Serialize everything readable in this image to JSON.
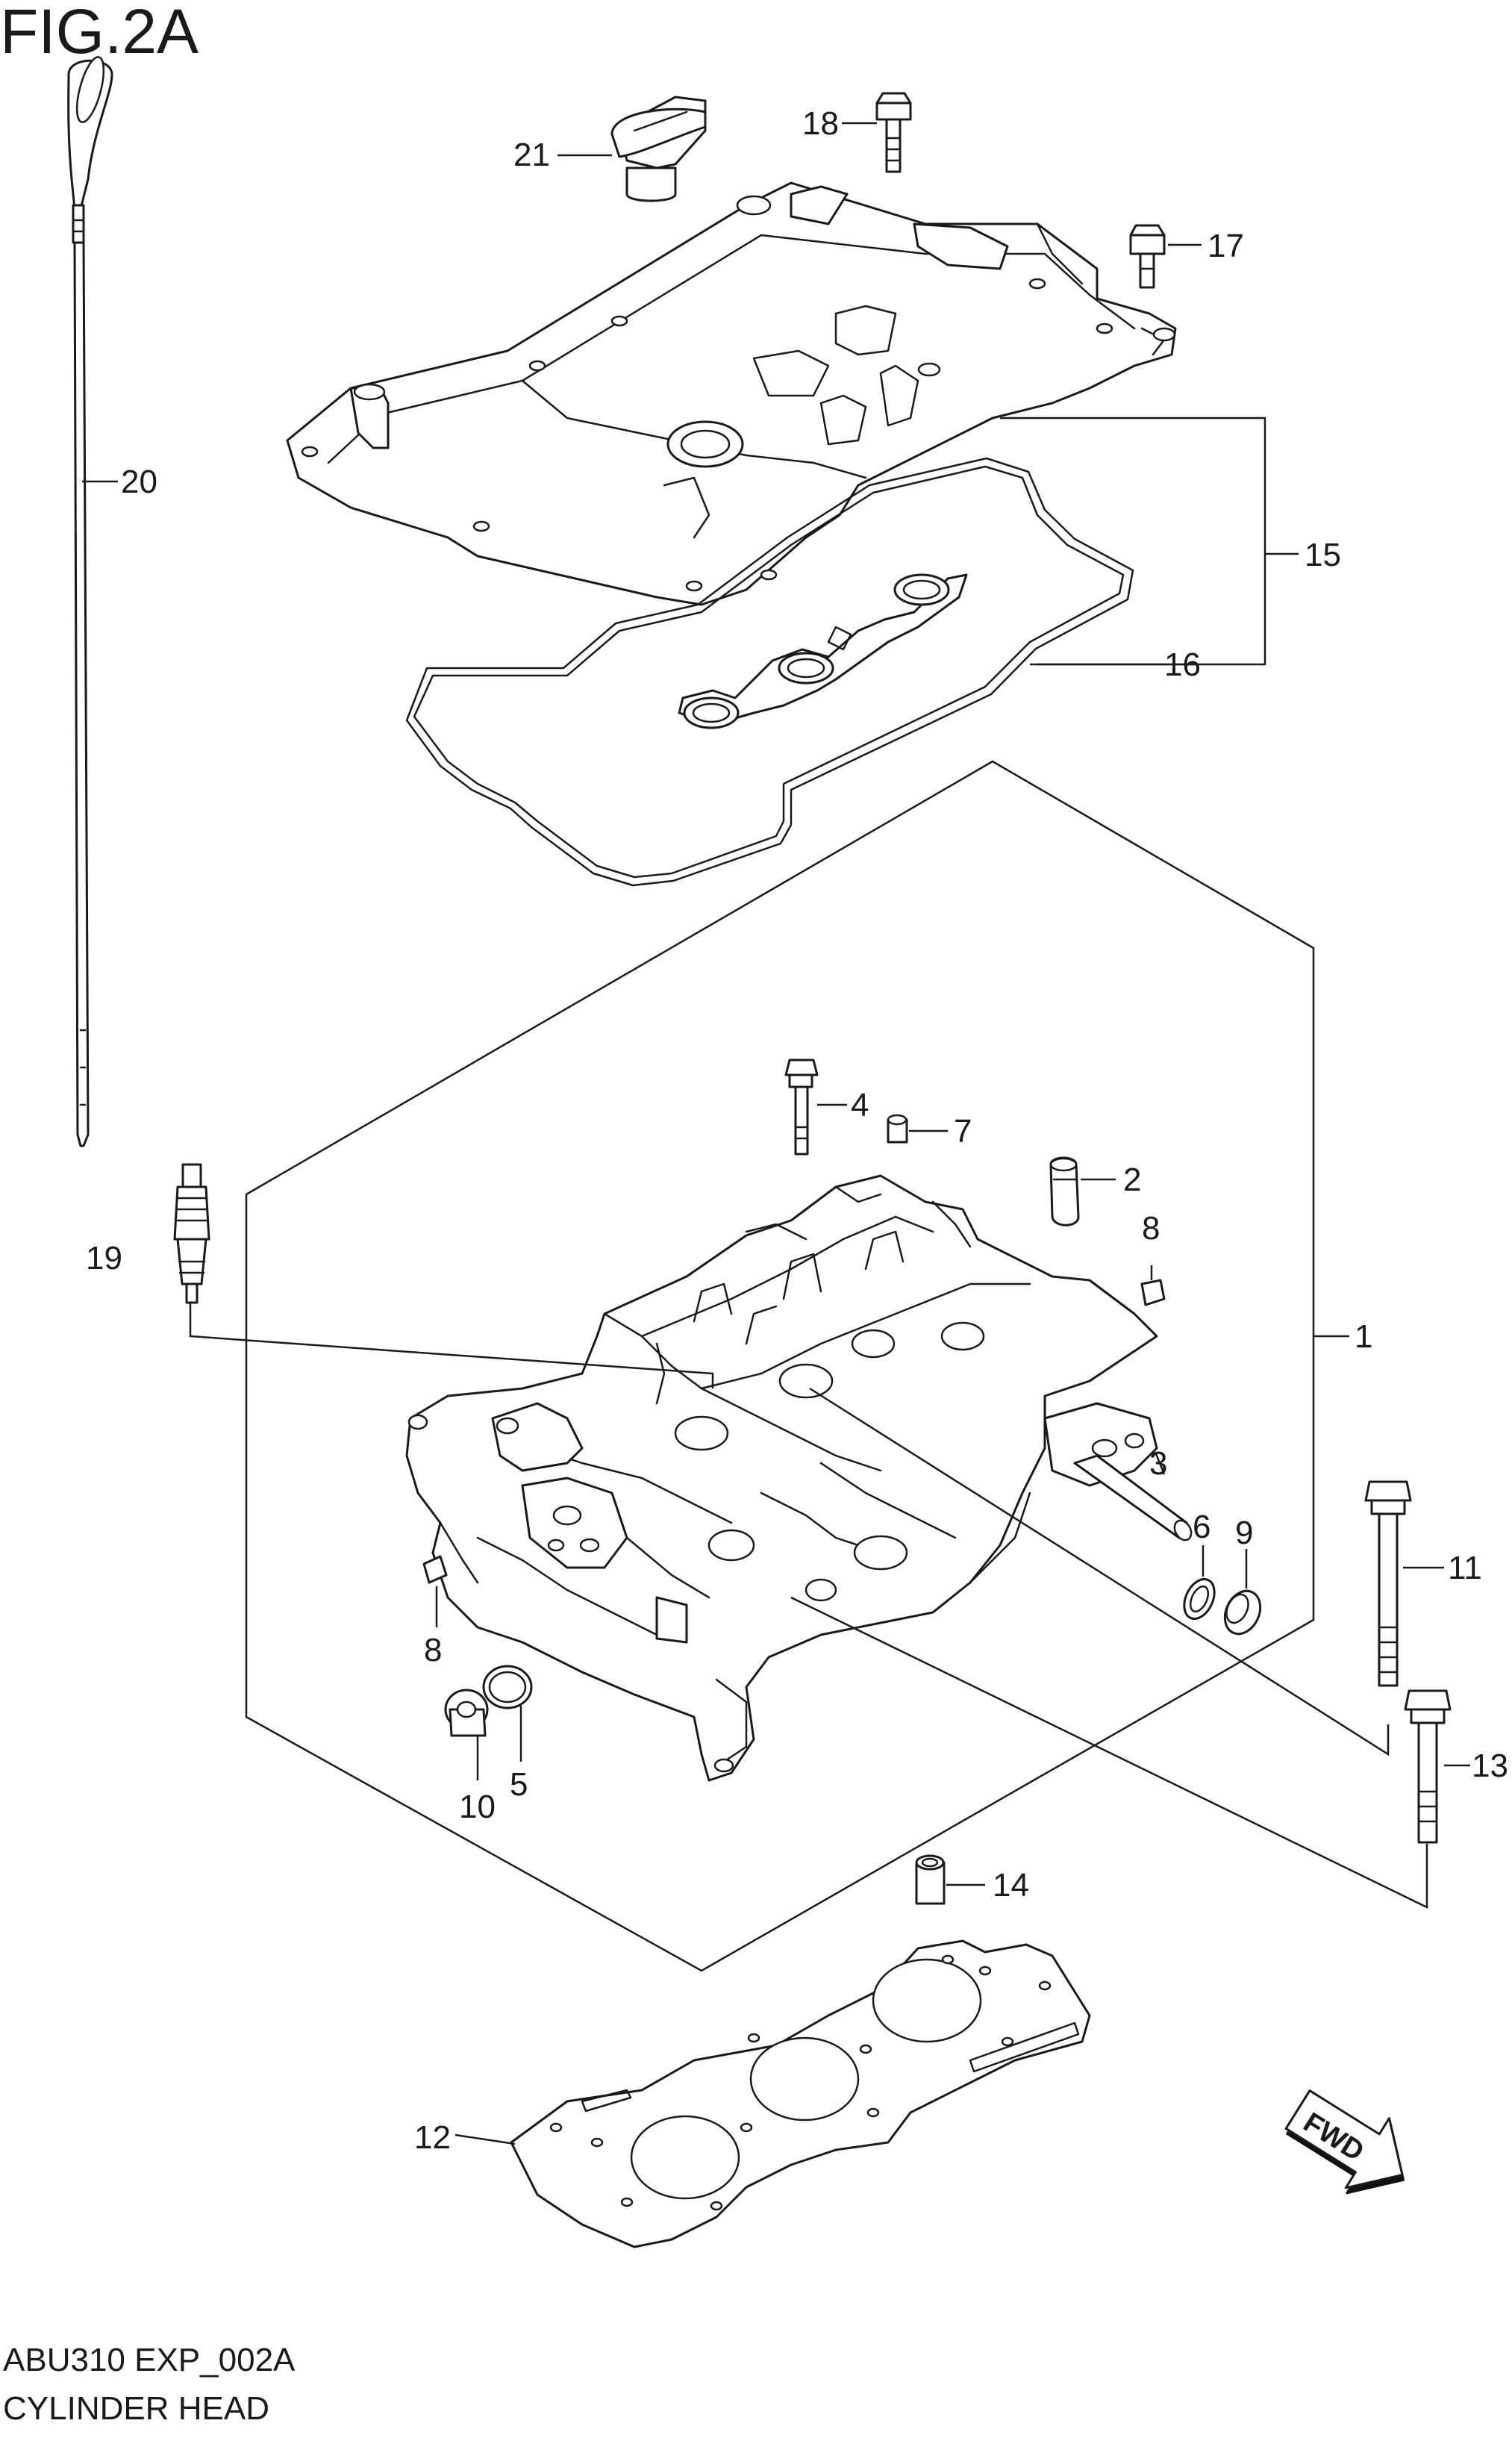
{
  "figure": {
    "title": "FIG.2A",
    "model_code": "ABU310 EXP_002A",
    "caption": "CYLINDER HEAD"
  },
  "callouts": [
    "1",
    "2",
    "3",
    "4",
    "5",
    "6",
    "7",
    "8",
    "8",
    "9",
    "10",
    "11",
    "12",
    "13",
    "14",
    "15",
    "16",
    "17",
    "18",
    "19",
    "20",
    "21"
  ],
  "fwd_label": "FWD",
  "parts": {
    "cylinder_head": "1",
    "valve_guide": "2",
    "dowel_pin": "3",
    "bolt_4": "4",
    "o_ring_5": "5",
    "o_ring_6": "6",
    "dowel_7": "7",
    "plug_8": "8",
    "cap_9": "9",
    "plug_10": "10",
    "bolt_11": "11",
    "head_gasket": "12",
    "bolt_13": "13",
    "dowel_14": "14",
    "cylinder_head_cover": "15",
    "cover_gasket": "16",
    "bolt_17": "17",
    "bolt_18": "18",
    "spark_plug": "19",
    "dipstick": "20",
    "oil_filler_cap": "21"
  }
}
